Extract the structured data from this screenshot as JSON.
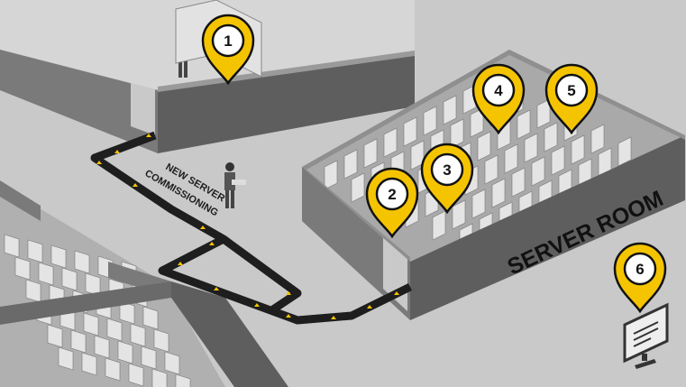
{
  "labels": {
    "commissioning_line1": "NEW SERVER",
    "commissioning_line2": "COMMISSIONING",
    "server_room": "SERVER ROOM"
  },
  "markers": [
    {
      "number": "1",
      "area": "storage-room"
    },
    {
      "number": "2",
      "area": "server-room-entrance"
    },
    {
      "number": "3",
      "area": "server-room-rack-row"
    },
    {
      "number": "4",
      "area": "server-room-back-left"
    },
    {
      "number": "5",
      "area": "server-room-back-right"
    },
    {
      "number": "6",
      "area": "monitoring-terminal"
    }
  ],
  "colors": {
    "accent": "#f5c400",
    "path": "#1e1e1e",
    "floor": "#c9c9c9",
    "wall_dark": "#5e5e5e",
    "wall_mid": "#777777"
  }
}
